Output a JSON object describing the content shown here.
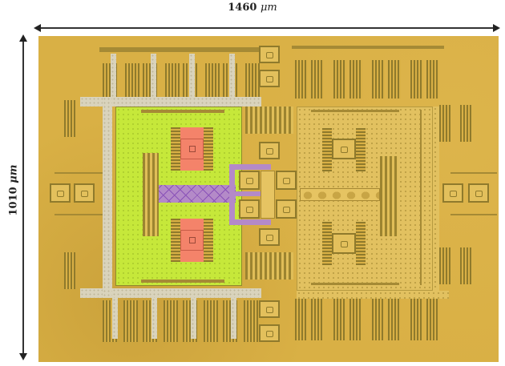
{
  "figure": {
    "type": "chip-micrograph",
    "width_dimension": {
      "value": "1460",
      "unit": "μm",
      "label": "1460 μm"
    },
    "height_dimension": {
      "value": "1010",
      "unit": "μm",
      "label": "1010 μm"
    }
  },
  "labels": {
    "width_number": "1460",
    "width_unit": "μm",
    "height_number": "1010",
    "height_unit": "μm"
  },
  "colors": {
    "substrate_gold": "#d9b045",
    "metal_dark": "#8f7a2c",
    "highlight_green": "#c6e83a",
    "highlight_pink": "#f4836a",
    "highlight_purple": "#b48ac8",
    "silver_ground": "#d9d3bc"
  }
}
